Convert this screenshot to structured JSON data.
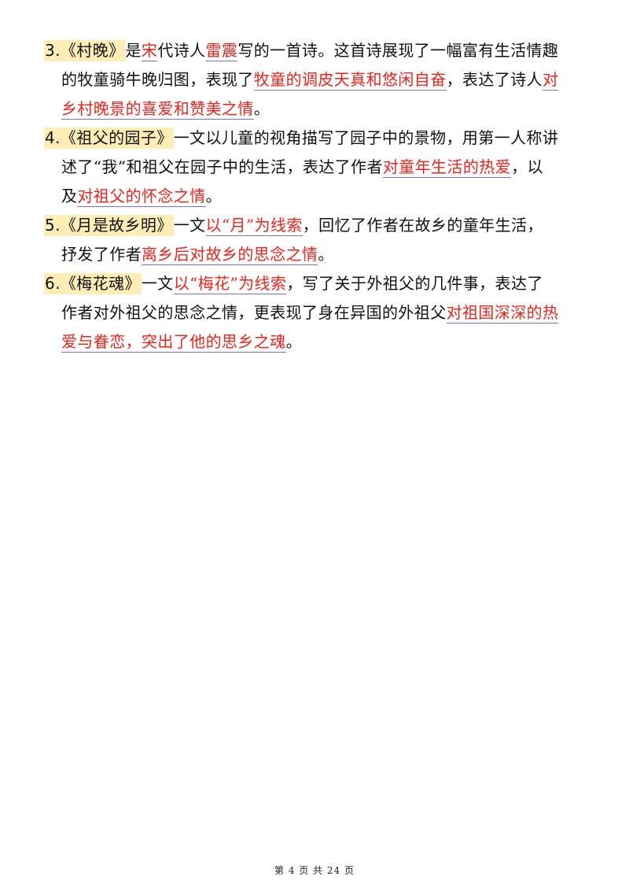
{
  "items": [
    {
      "lines": [
        [
          {
            "t": "3.",
            "k": "num"
          },
          {
            "t": "《村晚》",
            "k": "title"
          },
          {
            "t": "是"
          },
          {
            "t": "宋",
            "k": "ans"
          },
          {
            "t": "代诗人"
          },
          {
            "t": "雷震",
            "k": "ans"
          },
          {
            "t": "写的一首诗。这首诗展现了一幅富有生活情趣"
          }
        ],
        [
          {
            "t": "的牧童骑牛晚归图，表现了"
          },
          {
            "t": "牧童的调皮天真和悠闲自奋",
            "k": "ans"
          },
          {
            "t": "，表达了诗人"
          },
          {
            "t": "对",
            "k": "ans"
          }
        ],
        [
          {
            "t": "乡村晚景的喜爱和赞美之情",
            "k": "ans"
          },
          {
            "t": "。"
          }
        ]
      ]
    },
    {
      "lines": [
        [
          {
            "t": "4.",
            "k": "num"
          },
          {
            "t": "《祖父的园子》",
            "k": "title"
          },
          {
            "t": "一文以儿童的视角描写了园子中的景物，用第一人称讲"
          }
        ],
        [
          {
            "t": "述了“我”和祖父在园子中的生活，表达了作者"
          },
          {
            "t": "对童年生活的热爱",
            "k": "ans"
          },
          {
            "t": "，以"
          }
        ],
        [
          {
            "t": "及"
          },
          {
            "t": "对祖父的怀念之情",
            "k": "ans"
          },
          {
            "t": "。"
          }
        ]
      ]
    },
    {
      "lines": [
        [
          {
            "t": "5.",
            "k": "num"
          },
          {
            "t": "《月是故乡明》",
            "k": "title"
          },
          {
            "t": "一文"
          },
          {
            "t": "以“月”为线索",
            "k": "ans"
          },
          {
            "t": "，回忆了作者在故乡的童年生活，"
          }
        ],
        [
          {
            "t": "抒发了作者"
          },
          {
            "t": "离乡后对故乡的思念之情",
            "k": "ans"
          },
          {
            "t": "。"
          }
        ]
      ]
    },
    {
      "lines": [
        [
          {
            "t": "6.",
            "k": "num"
          },
          {
            "t": "《梅花魂》",
            "k": "title"
          },
          {
            "t": "一文"
          },
          {
            "t": "以“梅花”为线索",
            "k": "ans"
          },
          {
            "t": "，写了关于外祖父的几件事，表达了"
          }
        ],
        [
          {
            "t": "作者对外祖父的思念之情，更表现了身在异国的外祖父"
          },
          {
            "t": "对祖国深深的热",
            "k": "ans"
          }
        ],
        [
          {
            "t": "爱与眷恋，突出了他的思乡之魂",
            "k": "ans"
          },
          {
            "t": "。"
          }
        ]
      ]
    }
  ],
  "footer": {
    "text": "第 4 页 共 24 页"
  }
}
